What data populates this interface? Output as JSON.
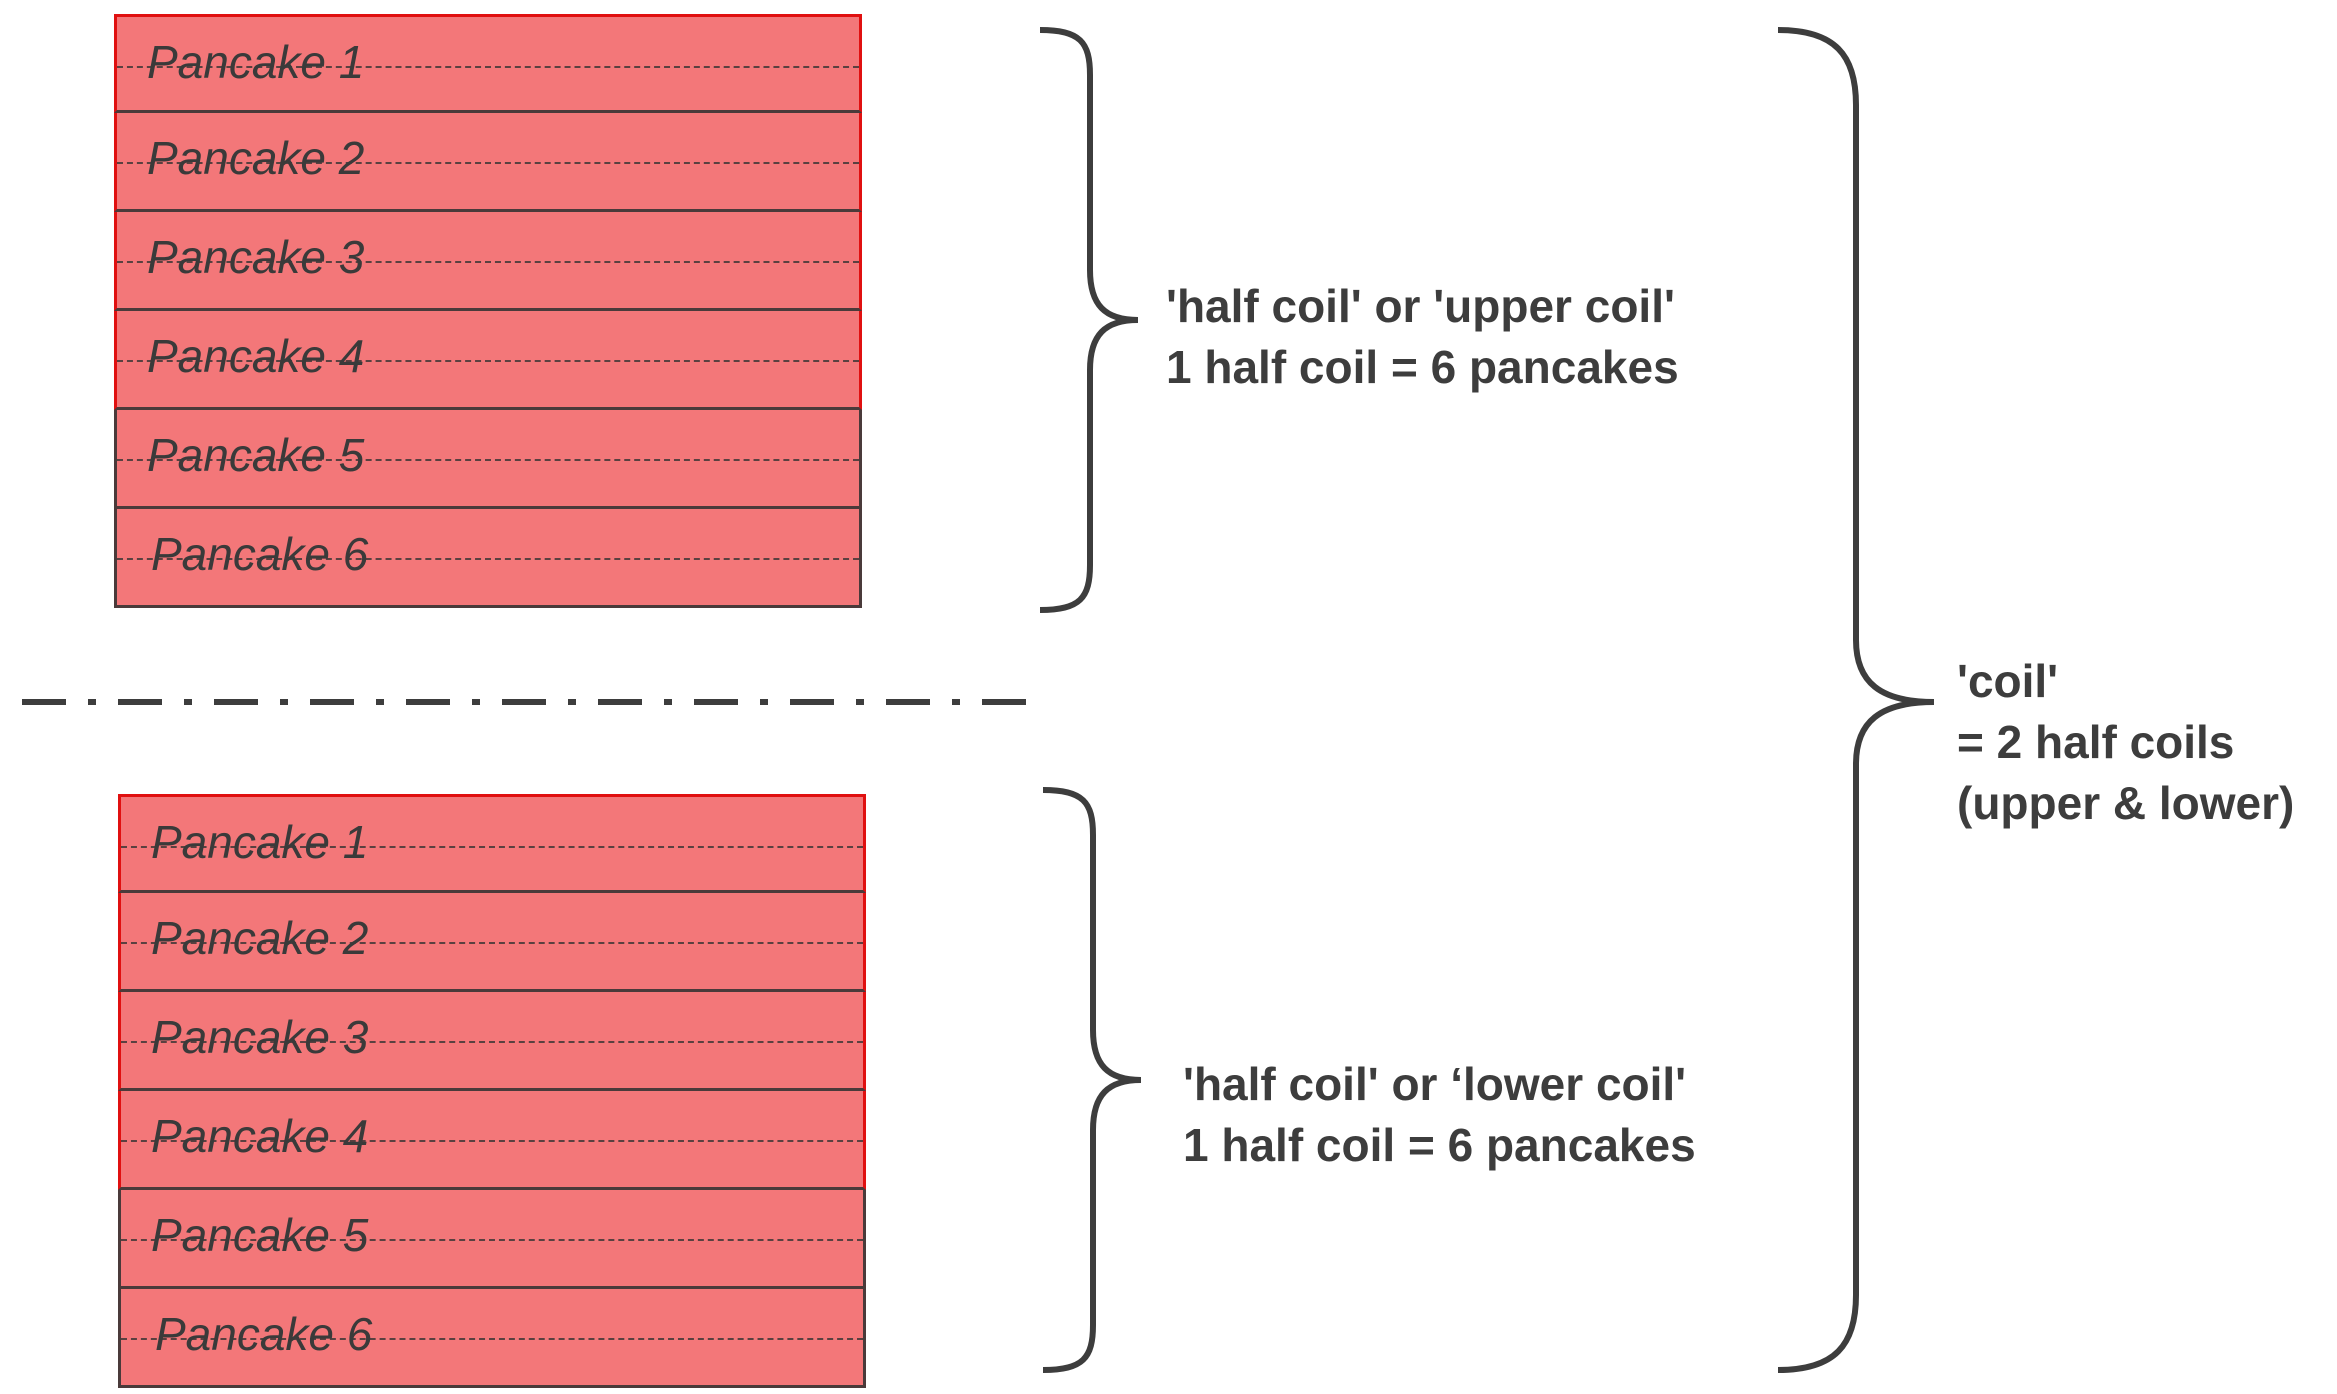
{
  "upper_stack": {
    "pancakes": [
      "Pancake 1",
      "Pancake 2",
      "Pancake 3",
      "Pancake 4",
      "Pancake 5",
      "Pancake 6"
    ]
  },
  "lower_stack": {
    "pancakes": [
      "Pancake 1",
      "Pancake 2",
      "Pancake 3",
      "Pancake 4",
      "Pancake 5",
      "Pancake 6"
    ]
  },
  "upper_annotation": {
    "line1": "'half coil' or 'upper coil'",
    "line2": "1 half coil = 6 pancakes"
  },
  "lower_annotation": {
    "line1": "'half coil' or ‘lower coil'",
    "line2": "1 half coil = 6 pancakes"
  },
  "coil_annotation": {
    "line1": "'coil'",
    "line2": "= 2 half coils",
    "line3": "(upper & lower)"
  },
  "colors": {
    "pancake_fill": "#f37779",
    "highlight_border": "#e01010",
    "stroke": "#4a3a3a",
    "text": "#3d3d3d"
  }
}
